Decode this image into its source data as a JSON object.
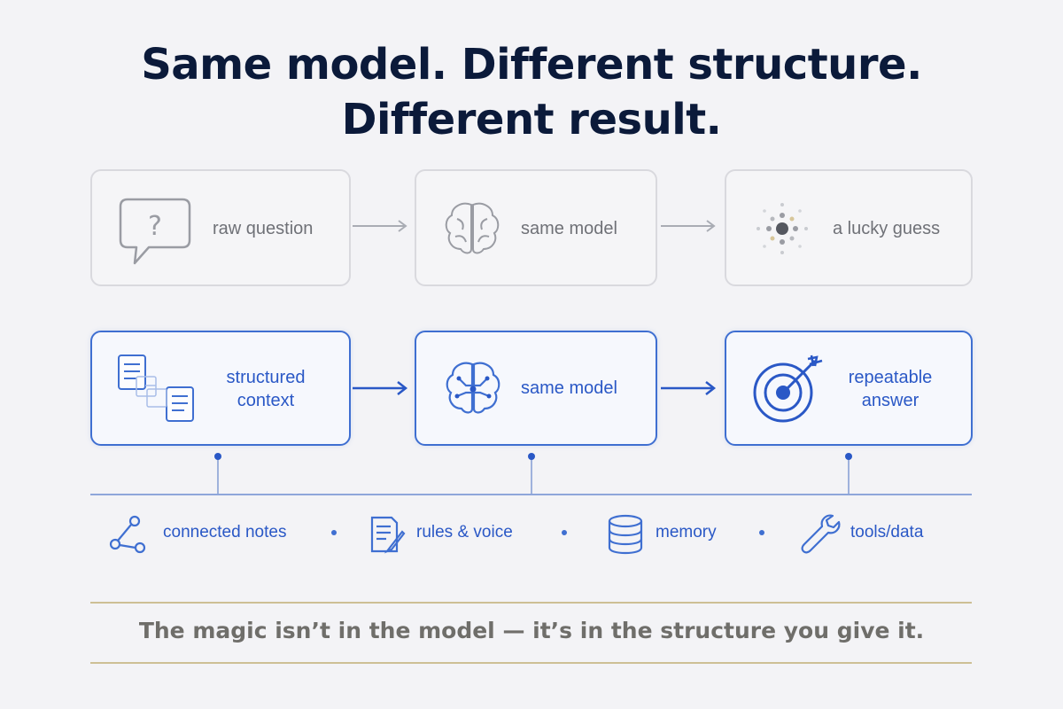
{
  "title": {
    "line1": "Same model. Different structure.",
    "line2": "Different result."
  },
  "top_row": [
    {
      "label": "raw question",
      "icon": "question-bubble-icon"
    },
    {
      "label": "same model",
      "icon": "brain-icon"
    },
    {
      "label": "a lucky guess",
      "icon": "scatter-dots-icon"
    }
  ],
  "bottom_row": [
    {
      "label": "structured context",
      "icon": "linked-documents-icon"
    },
    {
      "label": "same model",
      "icon": "brain-circuit-icon"
    },
    {
      "label": "repeatable answer",
      "icon": "target-arrow-icon"
    }
  ],
  "features": [
    {
      "label": "connected notes",
      "icon": "graph-nodes-icon"
    },
    {
      "label": "rules & voice",
      "icon": "document-pen-icon"
    },
    {
      "label": "memory",
      "icon": "database-icon"
    },
    {
      "label": "tools/data",
      "icon": "wrench-icon"
    }
  ],
  "footer": "The magic isn’t in the model — it’s in the structure you give it.",
  "colors": {
    "title": "#0b1a3a",
    "accent_blue": "#2a58c6",
    "muted_gray": "#6f7177",
    "footer_text": "#6f6e6a",
    "rule_gold": "#cdbf95"
  }
}
